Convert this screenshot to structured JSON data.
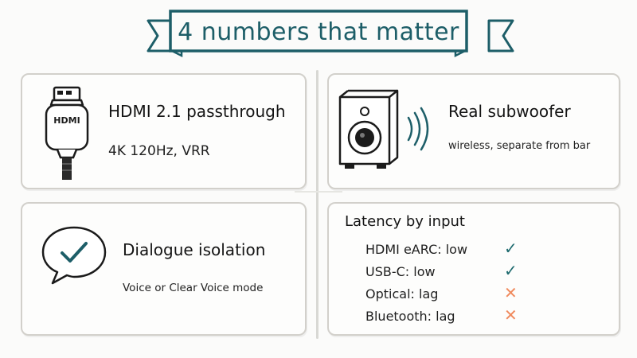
{
  "banner": {
    "title": "4 numbers that matter"
  },
  "hdmi": {
    "icon_label": "HDMI",
    "title": "HDMI 2.1 passthrough",
    "detail": "4K 120Hz, VRR"
  },
  "subwoofer": {
    "title": "Real subwoofer",
    "detail": "wireless, separate from bar"
  },
  "dialogue": {
    "title": "Dialogue isolation",
    "detail": "Voice or Clear Voice mode"
  },
  "latency": {
    "title": "Latency by input",
    "rows": [
      {
        "label": "HDMI eARC: low",
        "status": "good",
        "mark": "✓"
      },
      {
        "label": "USB-C: low",
        "status": "good",
        "mark": "✓"
      },
      {
        "label": "Optical: lag",
        "status": "bad",
        "mark": "✕"
      },
      {
        "label": "Bluetooth: lag",
        "status": "bad",
        "mark": "✕"
      }
    ]
  },
  "colors": {
    "accent": "#1d5e68",
    "check": "#1d6a6e",
    "cross": "#f08a5d",
    "card_border": "#d2d0cb"
  },
  "icons": [
    "hdmi-cable-icon",
    "speaker-icon",
    "sound-waves-icon",
    "speech-bubble-check-icon",
    "check-icon",
    "cross-icon"
  ]
}
